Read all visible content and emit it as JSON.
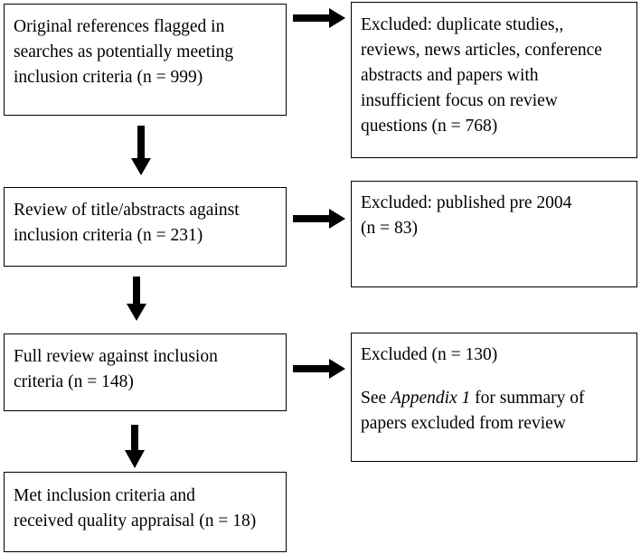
{
  "flowchart": {
    "initial": {
      "lines": [
        "Original references flagged in",
        "searches as potentially meeting",
        "inclusion criteria (n = 999)"
      ]
    },
    "excluded_1": {
      "lines": [
        "Excluded: duplicate studies,,",
        "reviews, news articles, conference",
        "abstracts and papers with",
        "insufficient focus on review",
        "questions (n = 768)"
      ]
    },
    "title_review": {
      "lines": [
        "Review of title/abstracts against",
        "inclusion criteria (n = 231)"
      ]
    },
    "excluded_2": {
      "lines": [
        "Excluded: published pre 2004",
        "(n = 83)"
      ]
    },
    "full_review": {
      "lines": [
        "Full review against inclusion",
        "criteria (n = 148)"
      ]
    },
    "excluded_3": {
      "first_line": "Excluded (n = 130)",
      "see_prefix": "See ",
      "see_link": "Appendix 1",
      "see_suffix": " for summary of",
      "last_line": "papers excluded from review"
    },
    "met": {
      "lines": [
        "Met inclusion criteria and",
        "received quality appraisal (n = 18)"
      ]
    }
  }
}
